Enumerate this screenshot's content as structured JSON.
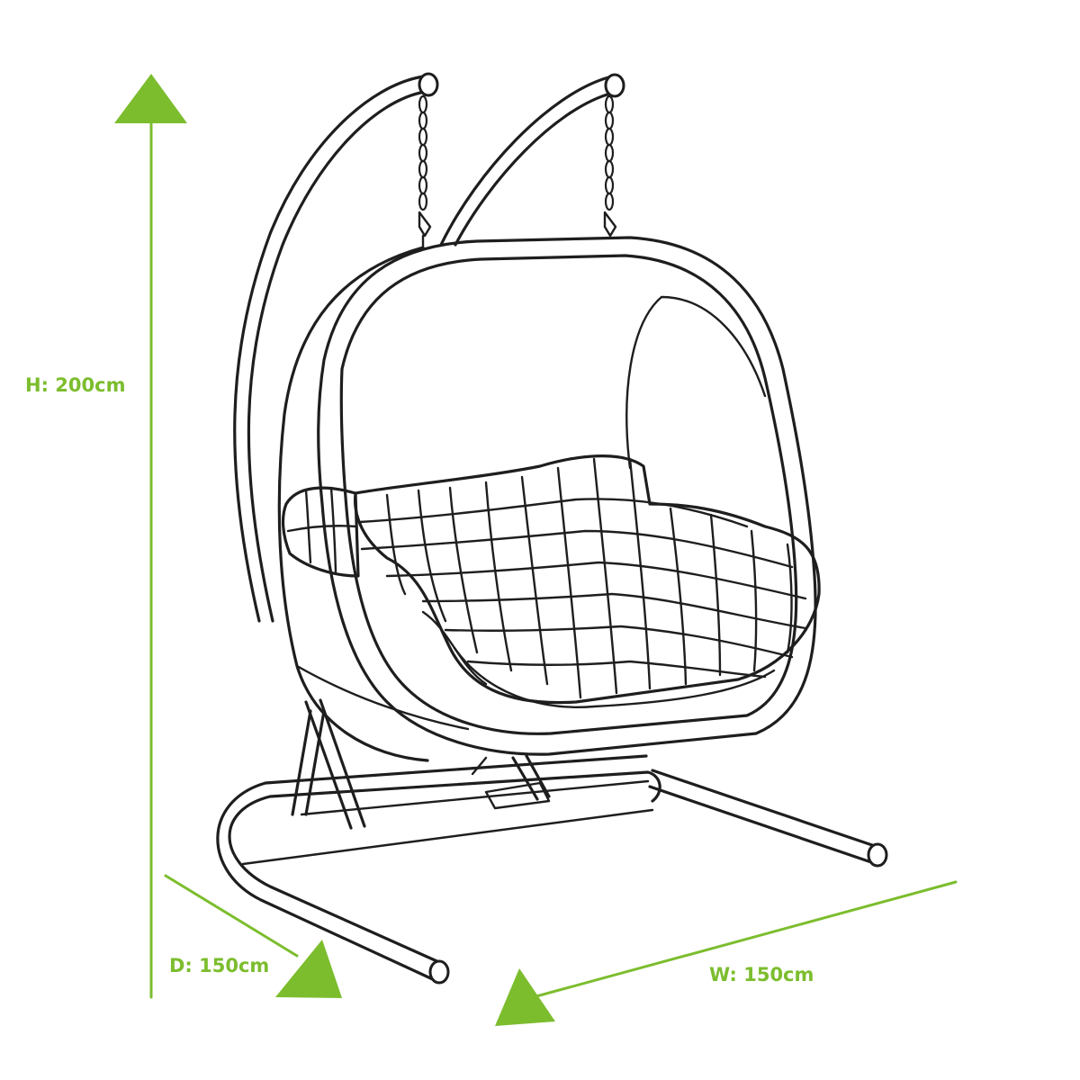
{
  "dimensions": {
    "height": {
      "label": "H: 200cm"
    },
    "depth": {
      "label": "D: 150cm"
    },
    "width": {
      "label": "W: 150cm"
    }
  },
  "colors": {
    "accent": "#7cbd2e",
    "line": "#1e1e1e",
    "background": "#ffffff"
  }
}
